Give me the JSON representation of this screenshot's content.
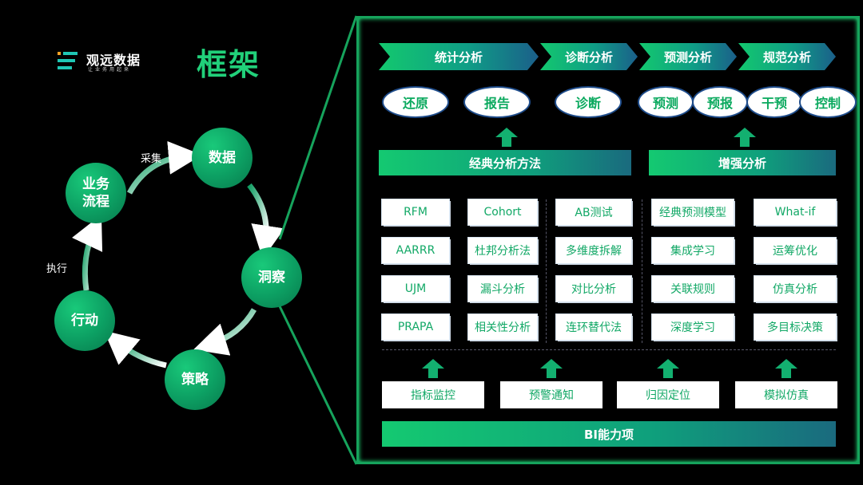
{
  "logo": {
    "name": "观远数据",
    "tagline": "让业务用起来"
  },
  "title": "框架",
  "cycle": {
    "nodes": {
      "data": "数据",
      "insight": "洞察",
      "strategy": "策略",
      "action": "行动",
      "process": "业务流程"
    },
    "labels": {
      "collect": "采集",
      "execute": "执行"
    }
  },
  "framework": {
    "headers": [
      "统计分析",
      "诊断分析",
      "预测分析",
      "规范分析"
    ],
    "pills": [
      "还原",
      "报告",
      "诊断",
      "预测",
      "预报",
      "干预",
      "控制"
    ],
    "banners": {
      "classic": "经典分析方法",
      "enhanced": "增强分析"
    },
    "grid": {
      "col1": [
        "RFM",
        "AARRR",
        "UJM",
        "PRAPA"
      ],
      "col2": [
        "Cohort",
        "杜邦分析法",
        "漏斗分析",
        "相关性分析"
      ],
      "col3": [
        "AB测试",
        "多维度拆解",
        "对比分析",
        "连环替代法"
      ],
      "col4": [
        "经典预测模型",
        "集成学习",
        "关联规则",
        "深度学习"
      ],
      "col5": [
        "What-if",
        "运筹优化",
        "仿真分析",
        "多目标决策"
      ]
    },
    "bottom": [
      "指标监控",
      "预警通知",
      "归因定位",
      "模拟仿真"
    ],
    "bi_bar": "BI能力项"
  },
  "colors": {
    "accent": "#21d07a",
    "frame": "#16a35c",
    "pill_border": "#1f4d8c"
  }
}
